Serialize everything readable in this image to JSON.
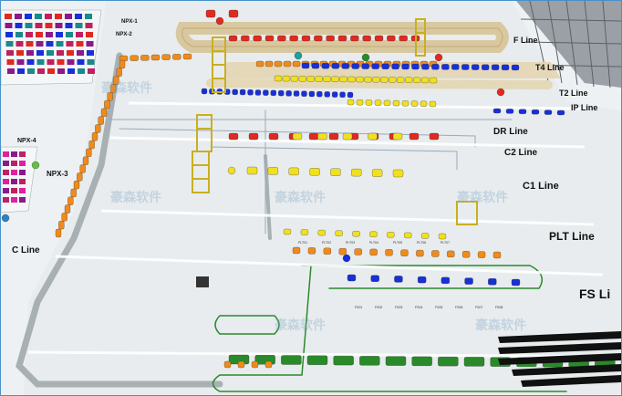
{
  "lines": {
    "f": "F Line",
    "t4": "T4 Line",
    "t2": "T2 Line",
    "ip": "IP Line",
    "dr": "DR Line",
    "c2": "C2 Line",
    "c1": "C1 Line",
    "plt": "PLT Line",
    "fs": "FS Li",
    "c": "C Line"
  },
  "zones": {
    "npx1": "NPX-1",
    "npx2": "NPX-2",
    "npx3": "NPX-3",
    "npx4": "NPX-4"
  },
  "stations": {
    "plt": [
      "PLT01",
      "PLT02",
      "PLT03",
      "PLT04",
      "PLT05",
      "PLT06",
      "PLT07"
    ],
    "fs": [
      "FS01",
      "FS02",
      "FS03",
      "FS04",
      "FS05",
      "FS06",
      "FS07",
      "FS08"
    ]
  },
  "watermark": "豪森软件",
  "colors": {
    "floor": "#eef1f3",
    "conveyor": "#3a9a3a",
    "orange": "#f08a1a",
    "red": "#e02a20",
    "blue": "#1830d8",
    "yellow": "#f0e020",
    "green": "#2a8a2a",
    "gantry": "#e8d040"
  }
}
